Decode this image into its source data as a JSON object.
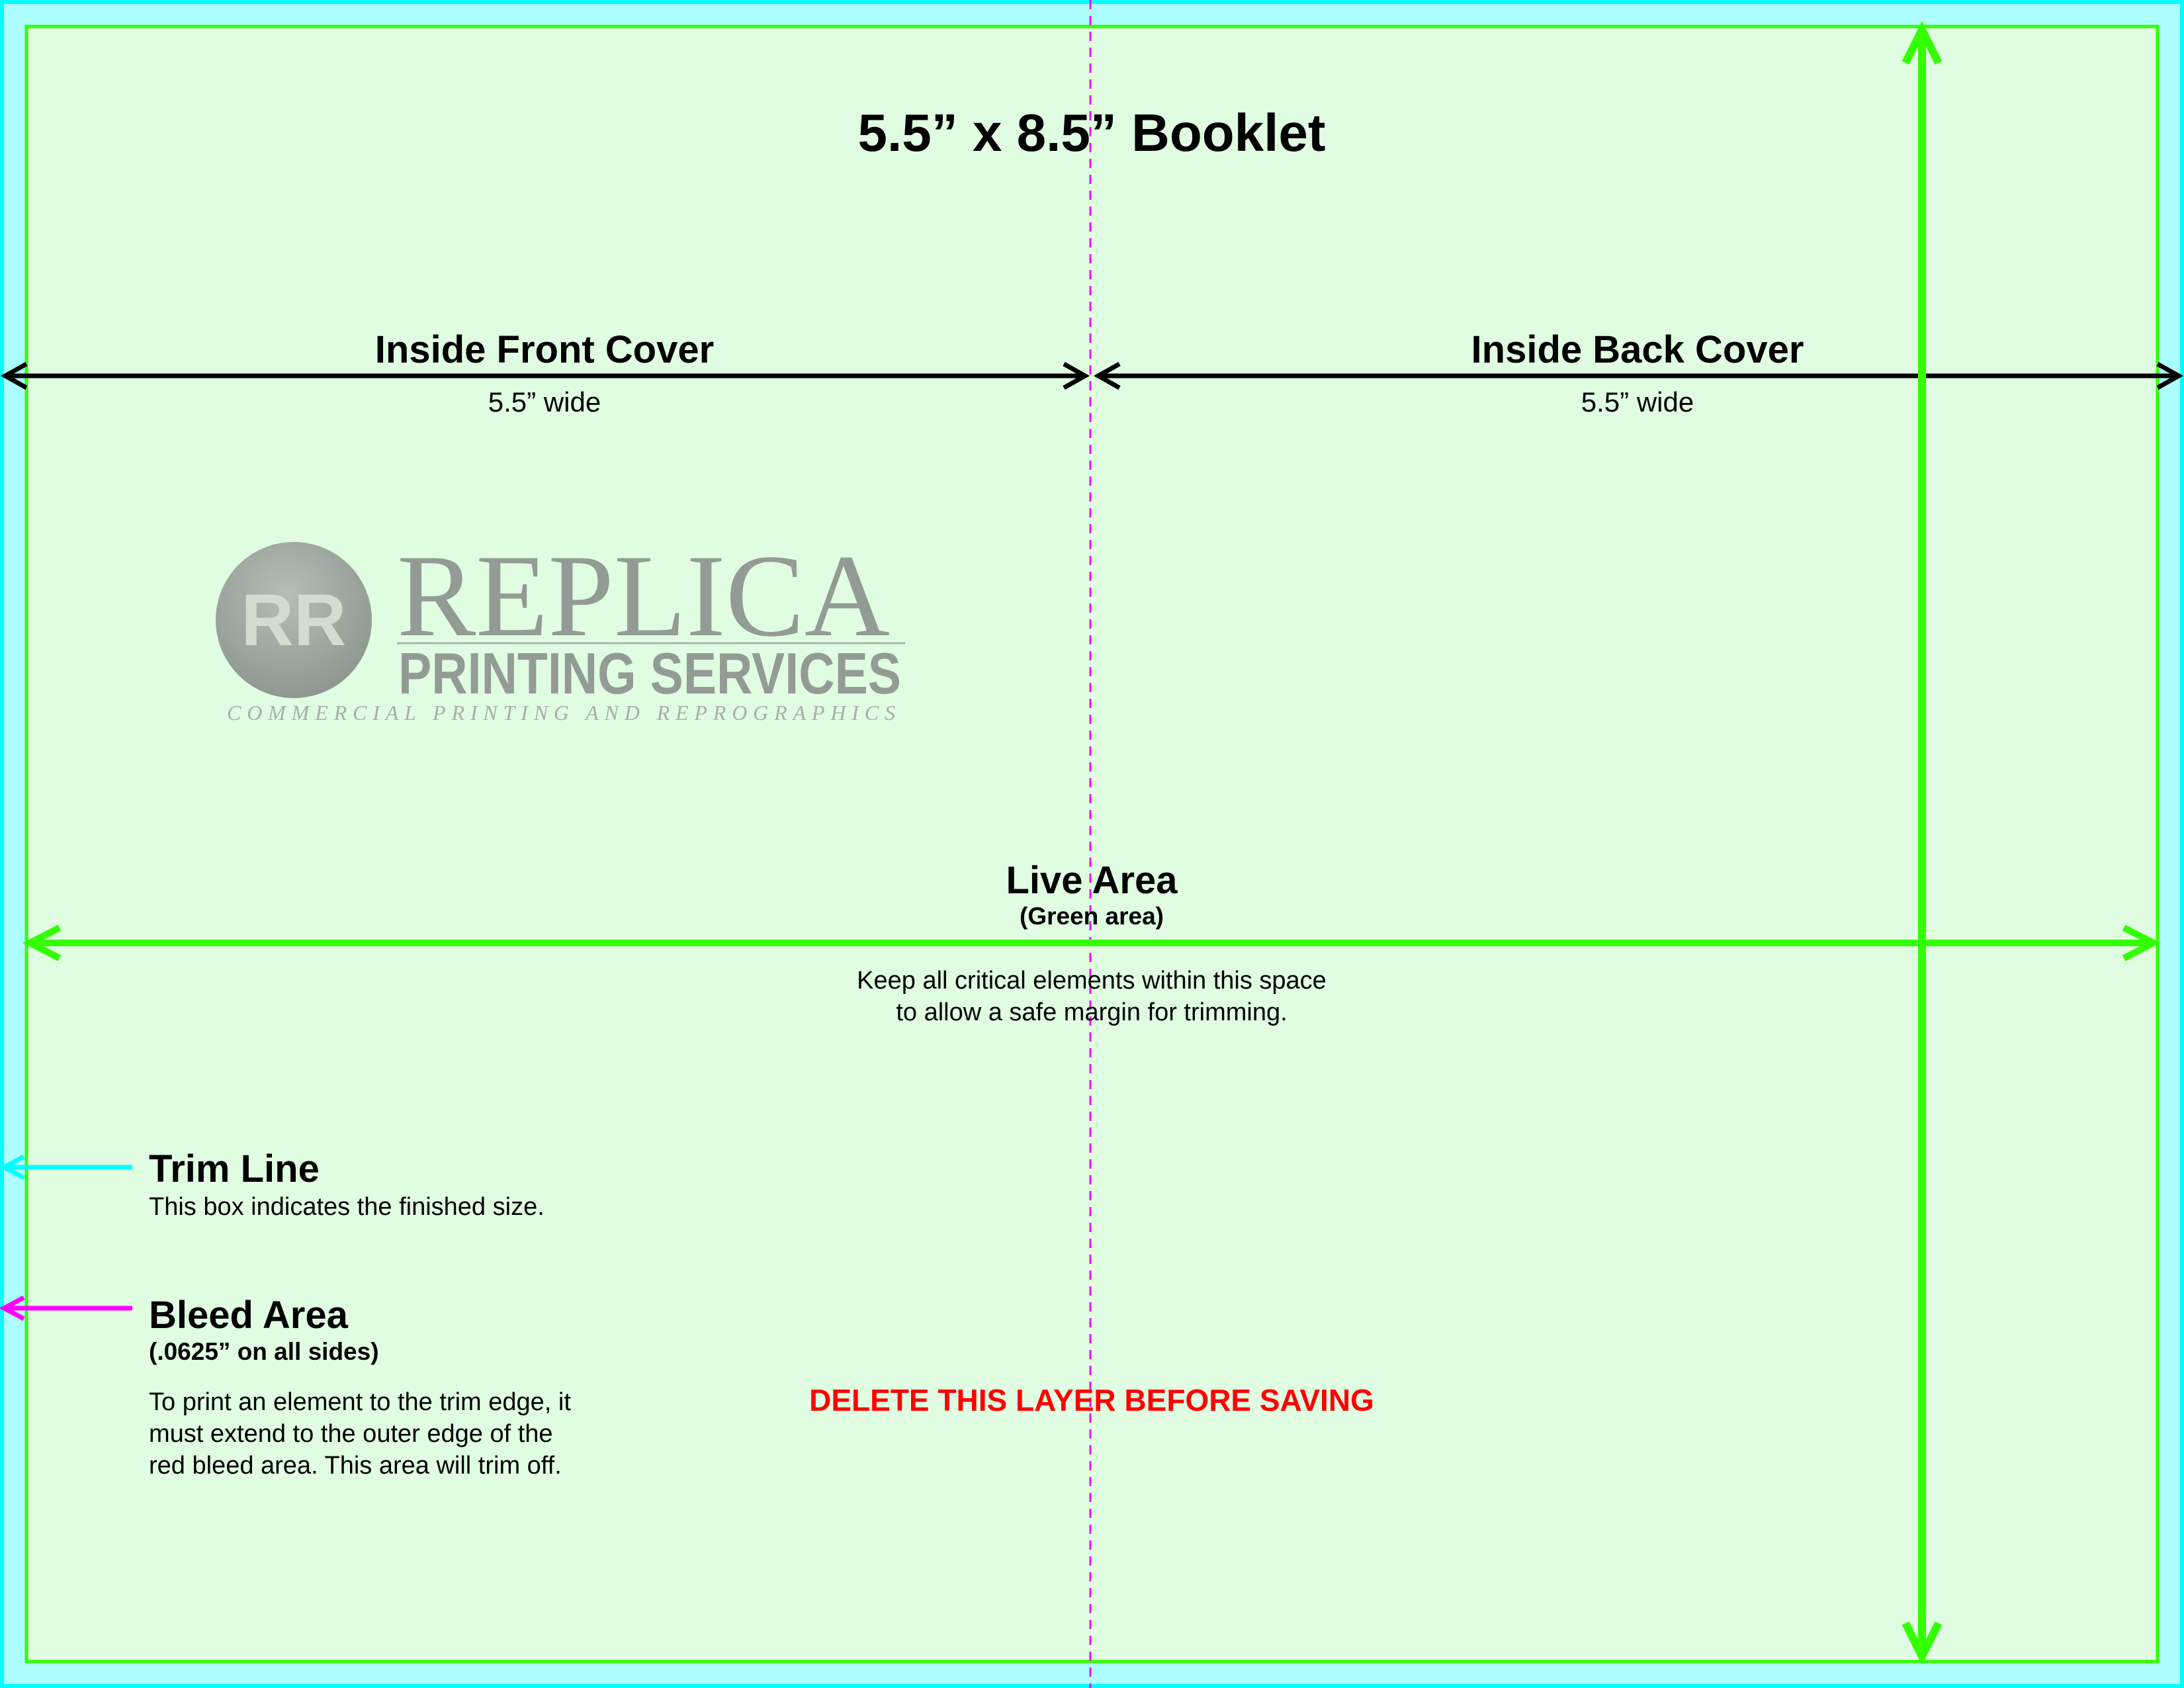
{
  "title": "5.5” x 8.5” Booklet",
  "panels": [
    {
      "label": "Inside Front Cover",
      "width": "5.5” wide"
    },
    {
      "label": "Inside Back Cover",
      "width": "5.5” wide"
    }
  ],
  "logo": {
    "name": "REPLICA",
    "subtitle": "PRINTING SERVICES",
    "tagline": "COMMERCIAL PRINTING AND REPROGRAPHICS",
    "monogram": "RR"
  },
  "live_area": {
    "title": "Live Area",
    "subtitle": "(Green area)",
    "line1": "Keep all critical elements within this space",
    "line2": "to allow a safe margin for trimming."
  },
  "trim_line": {
    "title": "Trim Line",
    "description": "This box indicates the finished size."
  },
  "bleed_area": {
    "title": "Bleed Area",
    "subtitle": "(.0625” on all sides)",
    "line1": "To print an element to the trim edge, it",
    "line2": "must extend to the outer edge of the",
    "line3": "red bleed area. This area will trim off."
  },
  "warning": "DELETE THIS LAYER BEFORE SAVING",
  "colors": {
    "bleed_fill": "#adfefe",
    "live_fill": "#e0fde2",
    "trim": "#00ffff",
    "live": "#33ff00",
    "fold": "#ff00ff",
    "warning": "#ff0000",
    "logo": "#939c94"
  }
}
